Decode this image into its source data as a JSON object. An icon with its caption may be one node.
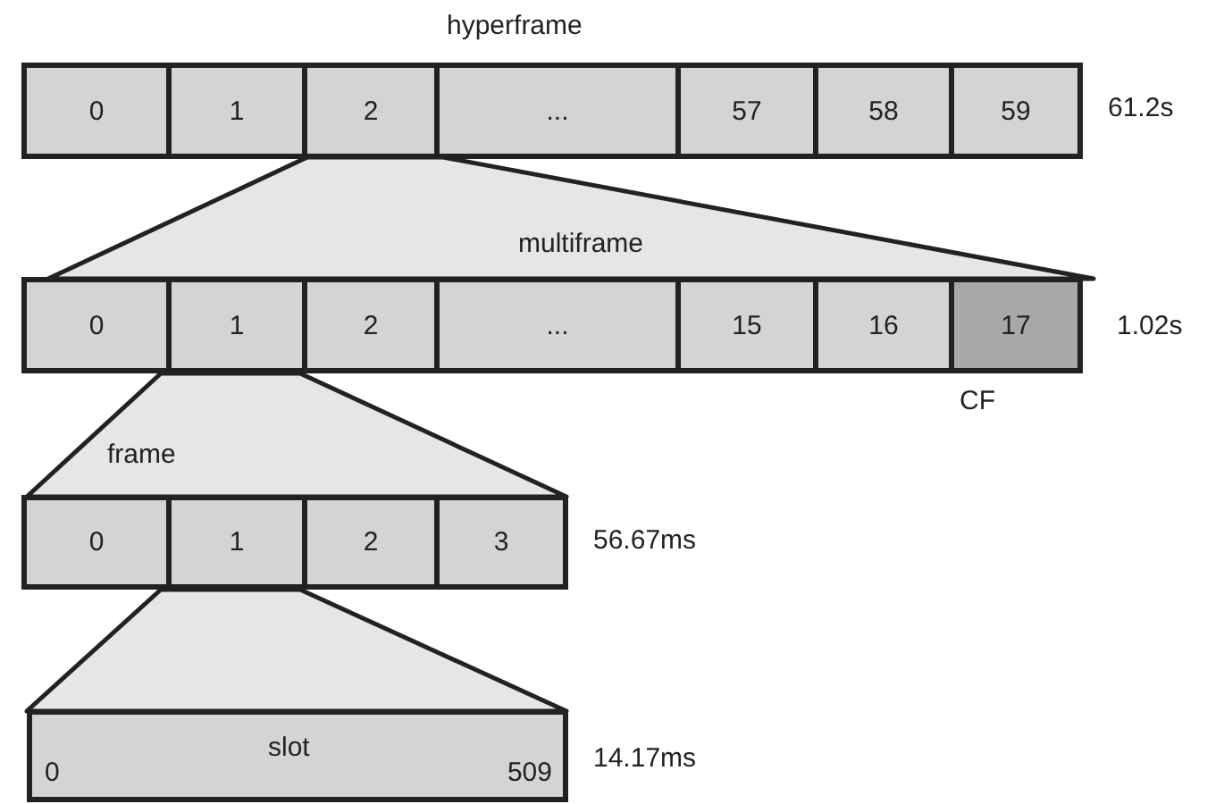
{
  "diagram": {
    "nodes": [
      {
        "text": [
          "hyperframe"
        ],
        "beside": [
          "61.2s"
        ]
      },
      {
        "text": [
          "0"
        ],
        "in": 0
      },
      {
        "text": [
          "1"
        ],
        "in": 0
      },
      {
        "text": [
          "2"
        ],
        "in": 0
      },
      {
        "text": [
          "..."
        ],
        "in": 0
      },
      {
        "text": [
          "57"
        ],
        "in": 0
      },
      {
        "text": [
          "58"
        ],
        "in": 0
      },
      {
        "text": [
          "59"
        ],
        "in": 0
      },
      {
        "text": [
          "multiframe"
        ]
      },
      {
        "text": [],
        "shape": "bar",
        "beside": [
          "1.02s"
        ]
      },
      {
        "text": [
          "0"
        ],
        "in": 9
      },
      {
        "text": [
          "1"
        ],
        "in": 9
      },
      {
        "text": [
          "2"
        ],
        "in": 9
      },
      {
        "text": [
          "..."
        ],
        "in": 9
      },
      {
        "text": [
          "15"
        ],
        "in": 9
      },
      {
        "text": [
          "16"
        ],
        "in": 9
      },
      {
        "text": [
          "17"
        ],
        "in": 9,
        "beside": [
          "CF"
        ]
      },
      {
        "text": [
          "frame"
        ]
      },
      {
        "text": [],
        "shape": "bar",
        "beside": [
          "56.67ms"
        ]
      },
      {
        "text": [
          "0"
        ],
        "in": 18
      },
      {
        "text": [
          "1"
        ],
        "in": 18
      },
      {
        "text": [
          "2"
        ],
        "in": 18
      },
      {
        "text": [
          "3"
        ],
        "in": 18
      },
      {
        "text": [],
        "shape": "trapezoid"
      },
      {
        "text": [
          "0",
          "slot",
          "509"
        ],
        "beside": [
          "14.17ms"
        ]
      }
    ]
  }
}
